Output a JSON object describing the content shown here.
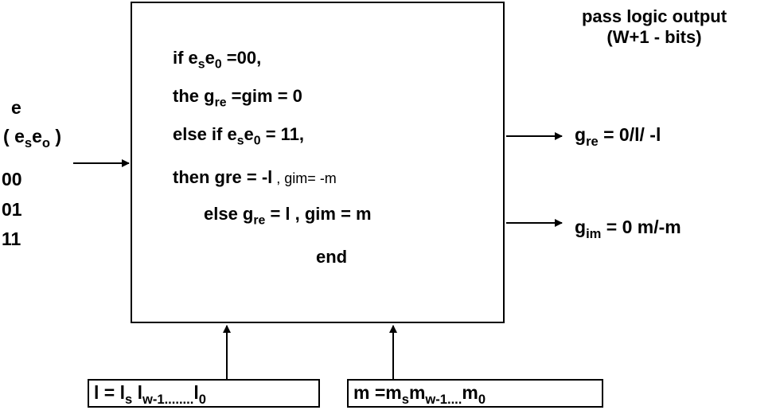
{
  "output_title": {
    "line1": "pass logic output",
    "line2": "(W+1 - bits)"
  },
  "input_e": {
    "label": "e",
    "sub_label": {
      "open": "( ",
      "e1": "e",
      "s1": "s",
      "e2": "e",
      "s2": "o",
      "close": " )"
    },
    "values": [
      "00",
      "01",
      "11"
    ]
  },
  "logic": {
    "line1": {
      "a": "if e",
      "sa": "s",
      "b": "e",
      "sb": "0",
      "c": " =00,"
    },
    "line2": {
      "a": "the g",
      "sa": "re",
      "b": " =gim = 0"
    },
    "line3": {
      "a": "else if e",
      "sa": "s",
      "b": "e",
      "sb": "0",
      "c": " = 11,"
    },
    "line4": {
      "a": "then gre = -l",
      "b": " , gim= -m"
    },
    "line5": {
      "a": "else g",
      "sa": "re",
      "b": " = l , gim = m"
    },
    "line6": "end"
  },
  "outputs": {
    "gre": {
      "a": "g",
      "sa": "re",
      "b": " = 0/l/ -l"
    },
    "gim": {
      "a": "g",
      "sa": "im",
      "b": " = 0 m/-m"
    }
  },
  "inputs_bottom": {
    "l": {
      "a": "l = l",
      "sa": "s",
      "b": " l",
      "sb": "w-1........",
      "c": "l",
      "sc": "0"
    },
    "m": {
      "a": "m =m",
      "sa": "s",
      "b": "m",
      "sb": "w-1....",
      "c": "m",
      "sc": "0"
    }
  }
}
